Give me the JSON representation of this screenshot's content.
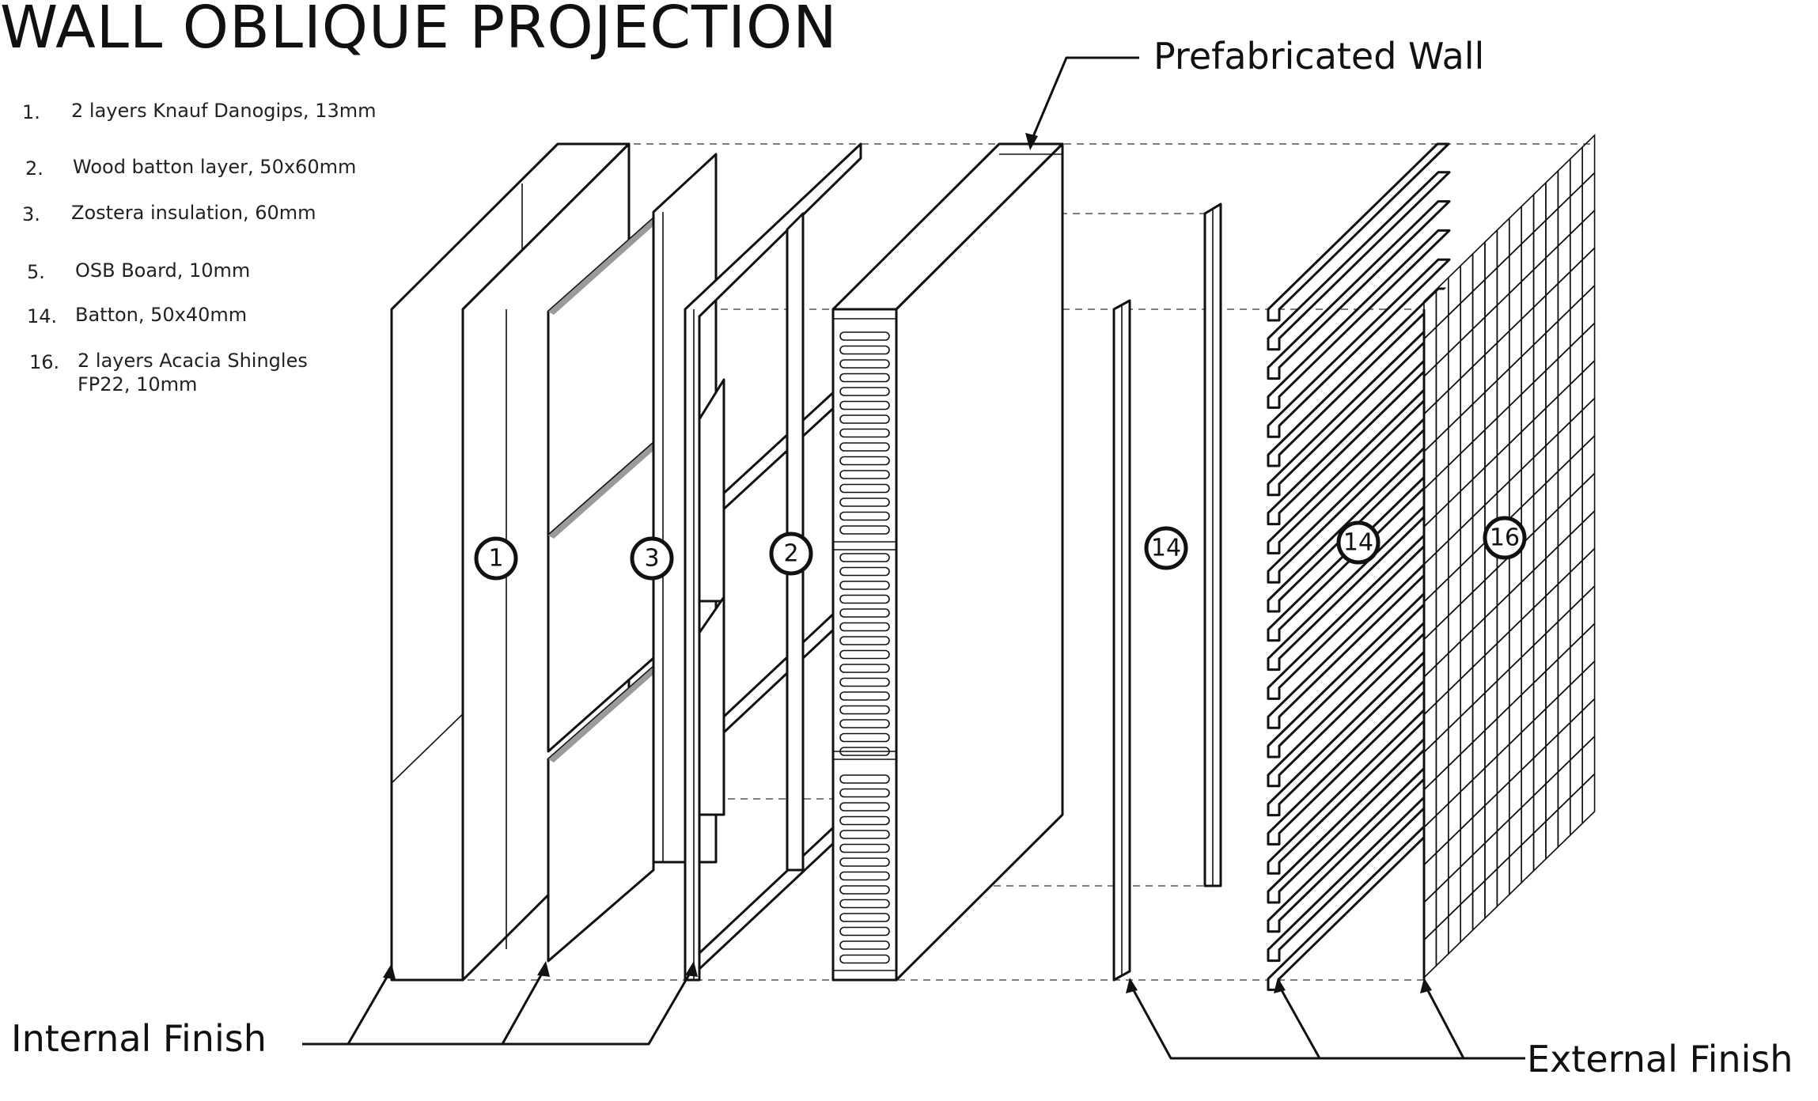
{
  "title": "WALL OBLIQUE PROJECTION",
  "legend": [
    {
      "num": "1.",
      "text": "2 layers Knauf Danogips, 13mm"
    },
    {
      "num": "2.",
      "text": "Wood batton layer, 50x60mm"
    },
    {
      "num": "3.",
      "text": "Zostera insulation, 60mm"
    },
    {
      "num": "5.",
      "text": "OSB Board, 10mm"
    },
    {
      "num": "14.",
      "text": "Batton, 50x40mm"
    },
    {
      "num": "16.",
      "text": "2 layers Acacia Shingles",
      "text2": "FP22, 10mm"
    }
  ],
  "labels": {
    "prefab": "Prefabricated Wall",
    "internal": "Internal Finish",
    "external": "External Finish"
  },
  "callouts": [
    "1",
    "3",
    "2",
    "14",
    "14",
    "16"
  ]
}
